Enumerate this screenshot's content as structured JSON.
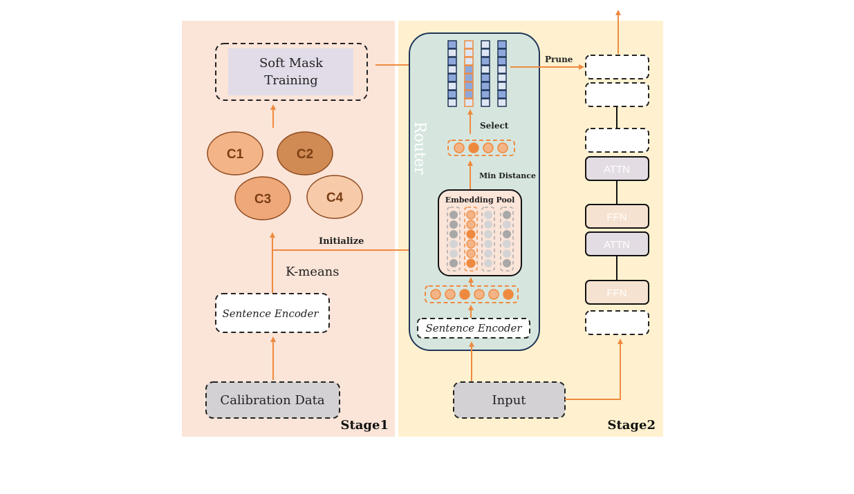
{
  "colors": {
    "stage1_bg": "#fbe4d8",
    "stage2_bg": "#fff1cf",
    "router_bg": "#d6e6df",
    "router_border": "#1f3557",
    "arrow": "#ee8a3f",
    "soft_mask_bg": "#e2dce8",
    "gray_box": "#d3d1d3",
    "cluster_light": "#f3b487",
    "cluster_dark": "#d08a53",
    "cluster_mid": "#efa87a",
    "cluster_pale": "#f7cba9",
    "cluster_stroke": "#8c4a1e",
    "mask_blue": "#8ea8dc",
    "mask_light": "#dfe6f3",
    "attn_bg": "#e4dce3",
    "ffn_bg": "#f6e2d0"
  },
  "stage1": {
    "label": "Stage1",
    "soft_mask": [
      "Soft  Mask",
      "Training"
    ],
    "clusters": [
      {
        "label": "C1",
        "shade": "light"
      },
      {
        "label": "C2",
        "shade": "dark"
      },
      {
        "label": "C3",
        "shade": "mid"
      },
      {
        "label": "C4",
        "shade": "pale"
      }
    ],
    "kmeans_label": "K-means",
    "initialize_label": "Initialize",
    "sentence_encoder": "Sentence Encoder",
    "calibration": "Calibration Data"
  },
  "stage2": {
    "label": "Stage2",
    "router_label": "Router",
    "mask_columns": [
      [
        1,
        0,
        1,
        0,
        1,
        0,
        1,
        0
      ],
      [
        0,
        0,
        0,
        1,
        1,
        1,
        1,
        0
      ],
      [
        0,
        0,
        1,
        0,
        1,
        1,
        1,
        0
      ],
      [
        1,
        1,
        1,
        0,
        0,
        0,
        1,
        0
      ]
    ],
    "selected_mask_column": 1,
    "prune_label": "Prune",
    "select_label": "Select",
    "selector_dots": [
      0,
      1,
      0,
      0
    ],
    "min_distance_label": "Min Distance",
    "embedding_pool_label": "Embedding Pool",
    "pool_columns": [
      [
        1,
        1,
        1,
        0,
        0,
        1
      ],
      [
        0,
        0,
        1,
        0,
        0,
        1
      ],
      [
        0,
        0,
        0,
        0,
        0,
        0
      ],
      [
        1,
        0,
        1,
        0,
        0,
        1
      ]
    ],
    "selected_pool_column": 1,
    "embedding_dots": [
      0,
      0,
      1,
      0,
      0,
      1
    ],
    "sentence_encoder": "Sentence Encoder",
    "input": "Input",
    "layers": [
      {
        "type": "empty",
        "label": ""
      },
      {
        "type": "empty",
        "label": ""
      },
      {
        "type": "empty",
        "label": ""
      },
      {
        "type": "attn",
        "label": "ATTN"
      },
      {
        "type": "ffn",
        "label": "FFN"
      },
      {
        "type": "attn",
        "label": "ATTN"
      },
      {
        "type": "ffn",
        "label": "FFN"
      },
      {
        "type": "empty",
        "label": ""
      }
    ]
  }
}
